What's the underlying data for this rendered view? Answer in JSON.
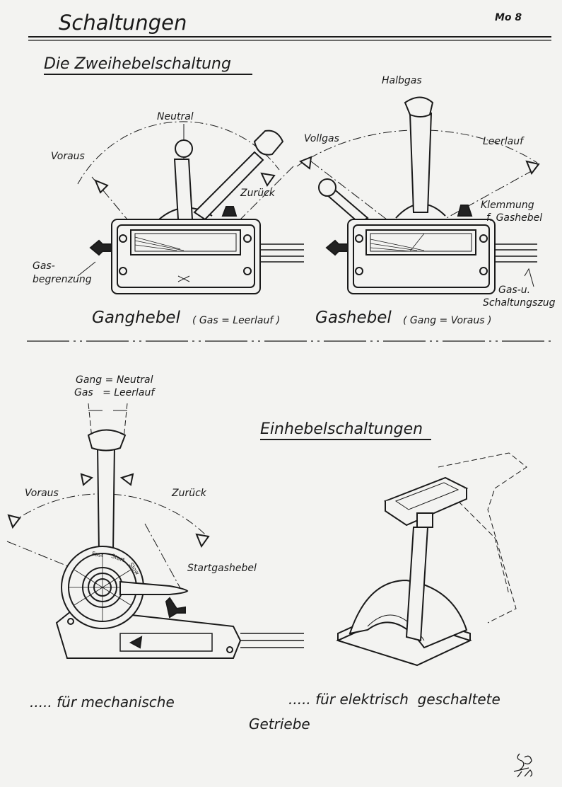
{
  "header": {
    "title": "Schaltungen",
    "sheet_code": "Mo 8"
  },
  "section1": {
    "title": "Die Zweihebelschaltung",
    "left": {
      "labels": {
        "neutral": "Neutral",
        "voraus": "Voraus",
        "zurueck": "Zurück",
        "gas_line1": "Gas-",
        "gas_line2": "begrenzung"
      },
      "caption": "Ganghebel",
      "caption_note": "( Gas = Leerlauf )"
    },
    "right": {
      "labels": {
        "halbgas": "Halbgas",
        "vollgas": "Vollgas",
        "leerlauf": "Leerlauf",
        "klemmung_line1": "Klemmung",
        "klemmung_line2": "f. Gashebel",
        "zug_line1": "Gas-u.",
        "zug_line2": "Schaltungszug"
      },
      "caption": "Gashebel",
      "caption_note": "( Gang = Voraus )"
    }
  },
  "section2": {
    "title": "Einhebelschaltungen",
    "left": {
      "labels": {
        "gang": "Gang = Neutral",
        "gas": "Gas   = Leerlauf",
        "voraus": "Voraus",
        "zurueck": "Zurück",
        "startgas": "Startgashebel"
      },
      "dial": [
        "Fast",
        "Start",
        "Slow"
      ]
    },
    "captions": {
      "mechanical": "..... für mechanische",
      "electric": "..... für elektrisch  geschaltete",
      "common": "Getriebe"
    }
  }
}
